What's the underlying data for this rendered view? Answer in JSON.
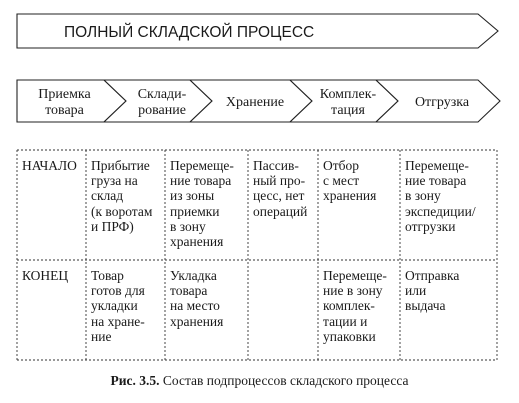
{
  "header": {
    "title": "ПОЛНЫЙ СКЛАДСКОЙ ПРОЦЕСС"
  },
  "steps": [
    {
      "lines": [
        "Приемка",
        "товара"
      ]
    },
    {
      "lines": [
        "Склади-",
        "рование"
      ]
    },
    {
      "lines": [
        "Хранение"
      ]
    },
    {
      "lines": [
        "Комплек-",
        "тация"
      ]
    },
    {
      "lines": [
        "Отгрузка"
      ]
    }
  ],
  "table": {
    "rows": [
      {
        "label": "НАЧАЛО",
        "cells": [
          "Прибытие\nгруза на\nсклад\n(к воротам\nи ПРФ)",
          "Перемеще-\nние товара\nиз зоны\nприемки\nв зону\nхранения",
          "Пассив-\nный про-\nцесс, нет\nопераций",
          "Отбор\nс мест\nхранения",
          "Перемеще-\nние товара\nв зону\nэкспедиции/\nотгрузки"
        ]
      },
      {
        "label": "КОНЕЦ",
        "cells": [
          "Товар\nготов для\nукладки\nна хране-\nние",
          "Укладка\nтовара\nна место\nхранения",
          "",
          "Перемеще-\nние в зону\nкомплек-\nтации и\nупаковки",
          "Отправка\nили\nвыдача"
        ]
      }
    ]
  },
  "caption": {
    "label": "Рис. 3.5.",
    "text": "Состав подпроцессов складского процесса"
  }
}
